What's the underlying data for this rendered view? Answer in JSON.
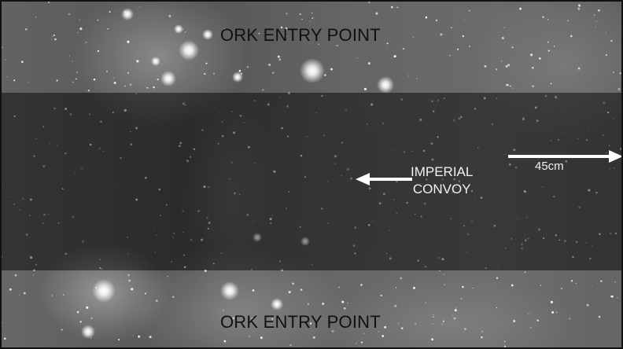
{
  "map": {
    "top_zone_label": "ORK ENTRY POINT",
    "bottom_zone_label": "ORK ENTRY POINT",
    "convoy_label_line1": "IMPERIAL",
    "convoy_label_line2": "CONVOY",
    "distance_label": "45cm"
  },
  "colors": {
    "label_dark": "#111111",
    "label_light": "#f2f2f2",
    "arrow": "#ffffff"
  },
  "icons": {
    "convoy_direction": "arrow-left-icon",
    "distance_marker": "arrow-right-icon"
  }
}
